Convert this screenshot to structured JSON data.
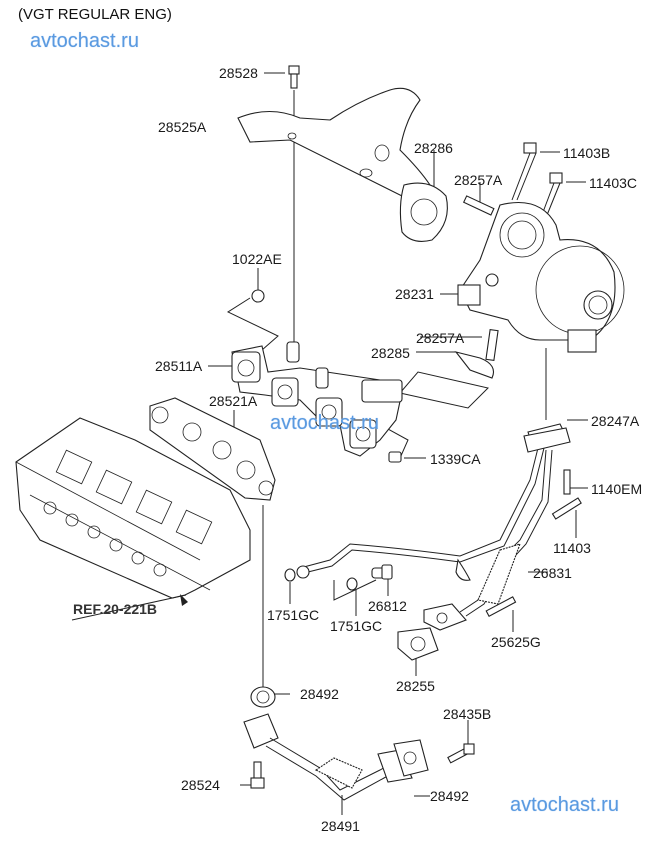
{
  "title": "(VGT REGULAR ENG)",
  "watermarks": [
    "avtochast.ru",
    "avtochast.ru",
    "avtochast.ru"
  ],
  "reference": "REF.20-221B",
  "parts": [
    {
      "id": "28528",
      "name": "bolt"
    },
    {
      "id": "28525A",
      "name": "heat-protector"
    },
    {
      "id": "28286",
      "name": "gasket"
    },
    {
      "id": "28257A",
      "name": "stud"
    },
    {
      "id": "11403B",
      "name": "bolt"
    },
    {
      "id": "11403C",
      "name": "bolt"
    },
    {
      "id": "1022AE",
      "name": "nut"
    },
    {
      "id": "28231",
      "name": "turbocharger"
    },
    {
      "id": "28257A",
      "name": "stud"
    },
    {
      "id": "28285",
      "name": "gasket"
    },
    {
      "id": "28511A",
      "name": "exhaust-manifold"
    },
    {
      "id": "28521A",
      "name": "manifold-gasket"
    },
    {
      "id": "1339CA",
      "name": "nut"
    },
    {
      "id": "28247A",
      "name": "gasket"
    },
    {
      "id": "1140EM",
      "name": "bolt"
    },
    {
      "id": "11403",
      "name": "bolt"
    },
    {
      "id": "26831",
      "name": "oil-return-pipe"
    },
    {
      "id": "1751GC",
      "name": "washer"
    },
    {
      "id": "26812",
      "name": "eye-bolt"
    },
    {
      "id": "1751GC",
      "name": "washer"
    },
    {
      "id": "25625G",
      "name": "bolt"
    },
    {
      "id": "28255",
      "name": "gasket"
    },
    {
      "id": "28492",
      "name": "gasket"
    },
    {
      "id": "28435B",
      "name": "bolt"
    },
    {
      "id": "28524",
      "name": "bolt"
    },
    {
      "id": "28492",
      "name": "gasket"
    },
    {
      "id": "28491",
      "name": "egr-pipe"
    }
  ]
}
